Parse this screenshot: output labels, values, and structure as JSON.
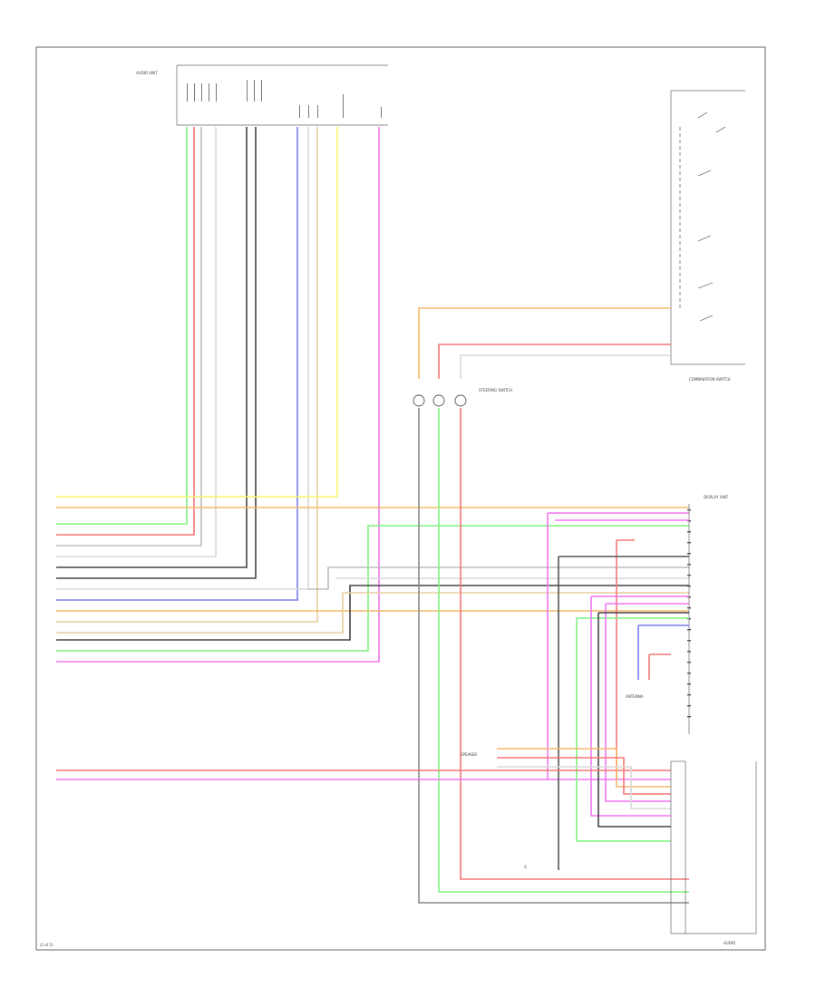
{
  "diagram": {
    "footer_left": "(2 of 2)",
    "footer_right": "AUDIO",
    "display_unit_label": "DISPLAY UNIT",
    "steering_label": "STEERING SWITCH",
    "combination_label": "COMBINATION SWITCH",
    "speaker_label": "SPEAKER",
    "antenna_label": "ANTENNA",
    "ground_label": "G",
    "top_connector_label": "AUDIO UNIT"
  },
  "colors": {
    "yellow": "#f7f56a",
    "orange": "#f7b86a",
    "green": "#7ef27e",
    "red": "#f77676",
    "gray": "#bdbdbd",
    "dark": "#444444",
    "blue": "#7b7bf7",
    "tan": "#e6cf9b",
    "pink": "#f276f2",
    "lightgray": "#d8d8d8"
  }
}
